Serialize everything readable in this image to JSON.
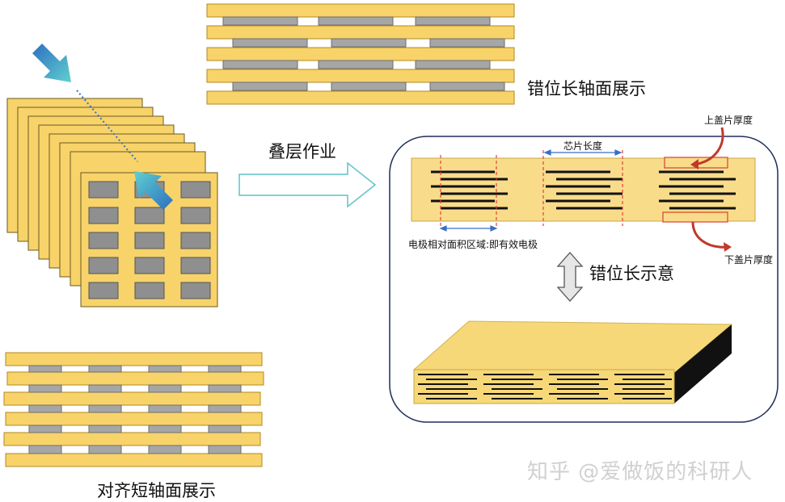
{
  "labels": {
    "stagger_long_axis": "错位长轴面展示",
    "lamination": "叠层作业",
    "chip_length": "芯片长度",
    "top_cover": "上盖片厚度",
    "bottom_cover": "下盖片厚度",
    "effective_electrode": "电极相对面积区域:即有效电极",
    "stagger_length": "错位长示意",
    "aligned_short_axis": "对齐短轴面展示"
  },
  "watermark": "知乎 @爱做饭的科研人",
  "colors": {
    "layer_fill": "#f7d36a",
    "layer_stroke": "#b58a1c",
    "electrode": "#a6a6a6",
    "electrode_stroke": "#6d6d6d",
    "arrow_blue": "#2d78c0",
    "arrow_teal": "#4fc3c8",
    "guide_red": "#e0443c",
    "dim_blue": "#3a6fc4",
    "panel_border": "#1f2d5a"
  }
}
